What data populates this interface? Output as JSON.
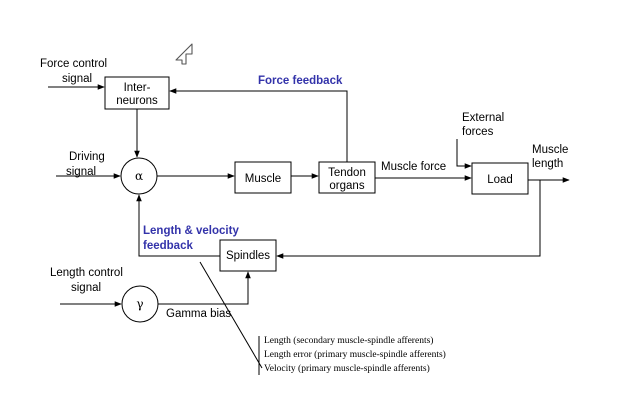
{
  "colors": {
    "feedback_text": "#3333aa",
    "stroke": "#000000"
  },
  "labels": {
    "force_control": [
      "Force control",
      "signal"
    ],
    "driving_signal": [
      "Driving",
      "signal"
    ],
    "length_control": [
      "Length control",
      "signal"
    ],
    "force_feedback": "Force feedback",
    "length_velocity_feedback": [
      "Length & velocity",
      "feedback"
    ],
    "muscle_force": "Muscle force",
    "external_forces": [
      "External",
      "forces"
    ],
    "muscle_length": [
      "Muscle",
      "length"
    ],
    "gamma_bias": "Gamma bias"
  },
  "boxes": {
    "interneurons": [
      "Inter-",
      "neurons"
    ],
    "muscle": "Muscle",
    "tendon_organs": [
      "Tendon",
      "organs"
    ],
    "load": "Load",
    "spindles": "Spindles"
  },
  "nodes": {
    "alpha": "α",
    "gamma": "γ"
  },
  "annotation": [
    "Length (secondary muscle-spindle afferents)",
    "Length error (primary muscle-spindle afferents)",
    "Velocity (primary muscle-spindle afferents)"
  ],
  "icons": {
    "cursor": "pointer-arrow-icon"
  }
}
